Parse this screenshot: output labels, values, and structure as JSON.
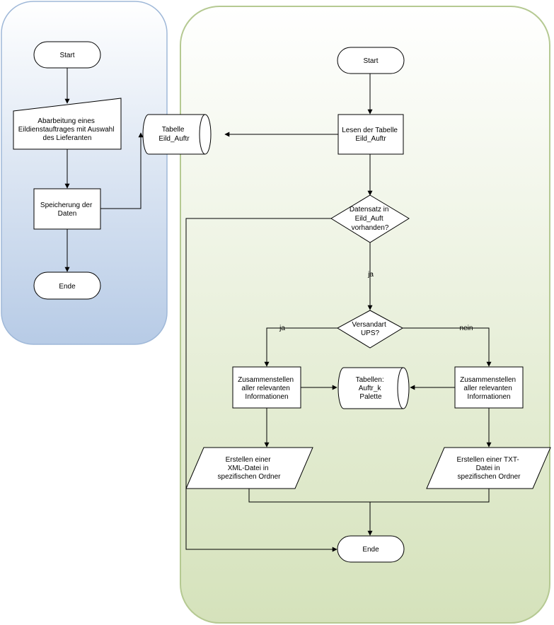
{
  "colors": {
    "lane_left_top": "#ffffff",
    "lane_left_bottom": "#b7cbe6",
    "lane_left_border": "#9fb8d8",
    "lane_right_top": "#ffffff",
    "lane_right_bottom": "#d7e3bf",
    "lane_right_border": "#b5c992",
    "shape_fill": "#ffffff",
    "stroke": "#000000"
  },
  "left_flow": {
    "start": "Start",
    "process1": [
      "Abarbeitung eines",
      "Eildienstauftrages mit Auswahl",
      "des Lieferanten"
    ],
    "process2": [
      "Speicherung der",
      "Daten"
    ],
    "end": "Ende"
  },
  "storage_table": [
    "Tabelle",
    "Eild_Auftr"
  ],
  "right_flow": {
    "start": "Start",
    "read_table": [
      "Lesen der Tabelle",
      "Eild_Auftr"
    ],
    "decision_record": [
      "Datensatz in",
      "Eild_Auft",
      "vorhanden?"
    ],
    "label_yes_1": "ja",
    "decision_ups": [
      "Versandart",
      "UPS?"
    ],
    "label_yes_2": "ja",
    "label_no": "nein",
    "compile_left": [
      "Zusammenstellen",
      "aller relevanten",
      "Informationen"
    ],
    "compile_right": [
      "Zusammenstellen",
      "aller relevanten",
      "Informationen"
    ],
    "storage_tables": [
      "Tabellen:",
      "Auftr_k",
      "Palette"
    ],
    "output_xml": [
      "Erstellen einer",
      "XML-Datei in",
      "spezifischen Ordner"
    ],
    "output_txt": [
      "Erstellen einer TXT-",
      "Datei in",
      "spezifischen Ordner"
    ],
    "end": "Ende"
  }
}
